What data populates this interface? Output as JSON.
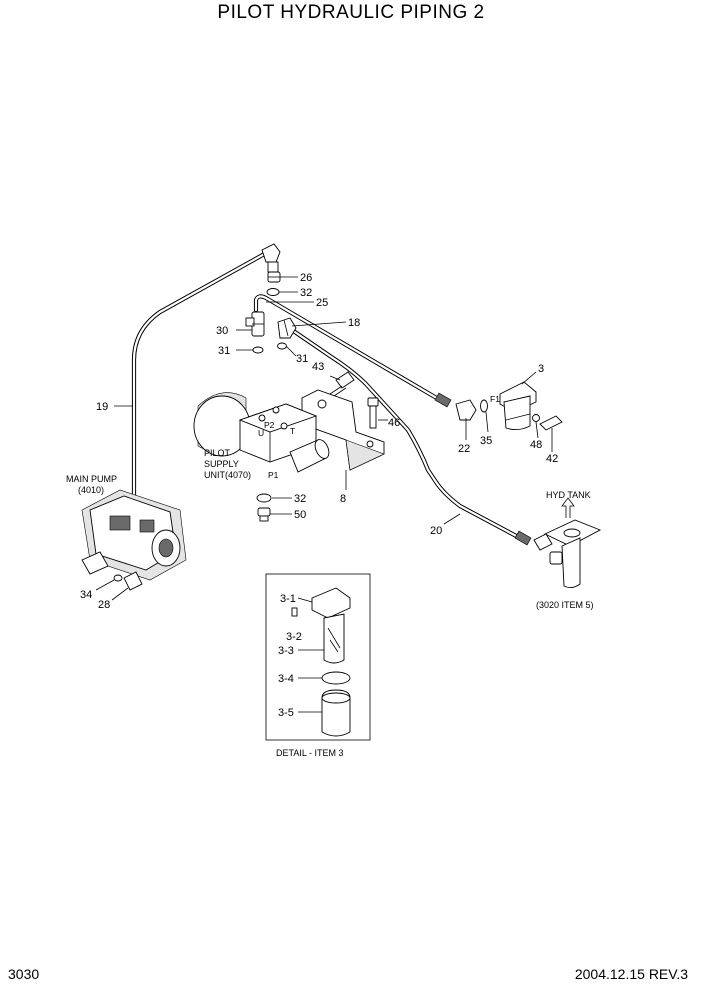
{
  "title": "PILOT HYDRAULIC PIPING 2",
  "page_number": "3030",
  "revision": "2004.12.15  REV.3",
  "labels": {
    "main_pump": "MAIN PUMP",
    "main_pump_ref": "(4010)",
    "pilot": "PILOT",
    "supply": "SUPPLY",
    "unit": "UNIT(4070)",
    "hyd_tank": "HYD TANK",
    "tank_ref": "(3020 ITEM 5)",
    "detail_caption": "DETAIL - ITEM 3",
    "port_p1": "P1",
    "port_p2": "P2",
    "port_t": "T",
    "port_u": "U",
    "port_f1": "F1"
  },
  "callouts": {
    "c26": "26",
    "c32a": "32",
    "c25": "25",
    "c30": "30",
    "c18": "18",
    "c31a": "31",
    "c31b": "31",
    "c43": "43",
    "c3": "3",
    "c19": "19",
    "c46": "46",
    "c22": "22",
    "c35": "35",
    "c48": "48",
    "c42": "42",
    "c32b": "32",
    "c8": "8",
    "c50": "50",
    "c20": "20",
    "c34": "34",
    "c28": "28",
    "d31": "3-1",
    "d32": "3-2",
    "d33": "3-3",
    "d34": "3-4",
    "d35": "3-5"
  }
}
